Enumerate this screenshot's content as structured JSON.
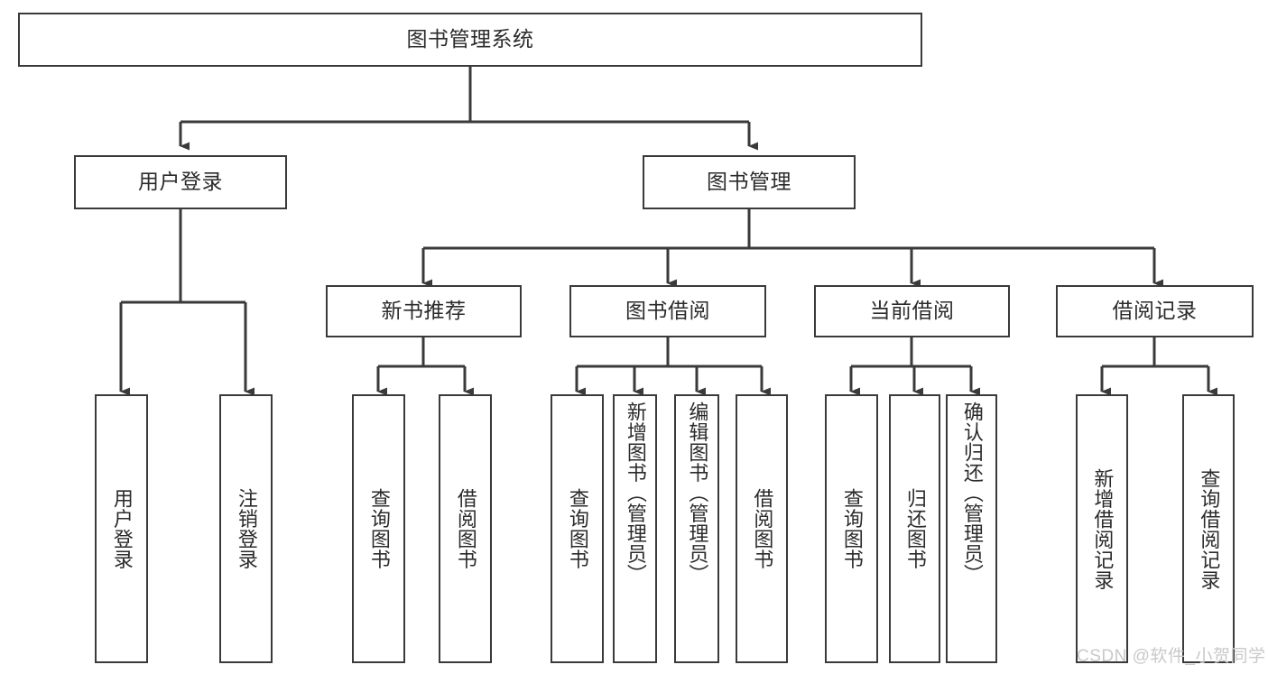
{
  "diagram": {
    "title": "图书管理系统",
    "type": "hierarchy-tree",
    "orientation": "top-down",
    "colors": {
      "box_border": "#3a3a3a",
      "box_fill": "#ffffff",
      "connector": "#3a3a3a",
      "text": "#2b2b2b",
      "watermark": "#c9c9c9",
      "background": "#ffffff"
    },
    "levels": [
      {
        "level": 1,
        "nodes": [
          {
            "id": "root",
            "label": "图书管理系统",
            "orientation": "horizontal"
          }
        ]
      },
      {
        "level": 2,
        "nodes": [
          {
            "id": "user-login",
            "label": "用户登录",
            "orientation": "horizontal",
            "parent": "root"
          },
          {
            "id": "book-manage",
            "label": "图书管理",
            "orientation": "horizontal",
            "parent": "root"
          }
        ]
      },
      {
        "level": 3,
        "nodes": [
          {
            "id": "new-book-rec",
            "label": "新书推荐",
            "orientation": "horizontal",
            "parent": "book-manage"
          },
          {
            "id": "book-borrow",
            "label": "图书借阅",
            "orientation": "horizontal",
            "parent": "book-manage"
          },
          {
            "id": "current-borrow",
            "label": "当前借阅",
            "orientation": "horizontal",
            "parent": "book-manage"
          },
          {
            "id": "borrow-record",
            "label": "借阅记录",
            "orientation": "horizontal",
            "parent": "book-manage"
          }
        ]
      },
      {
        "level": 4,
        "nodes": [
          {
            "id": "leaf-user-login",
            "label": "用户登录",
            "orientation": "vertical",
            "parent": "user-login"
          },
          {
            "id": "leaf-logout",
            "label": "注销登录",
            "orientation": "vertical",
            "parent": "user-login"
          },
          {
            "id": "leaf-query-book-1",
            "label": "查询图书",
            "orientation": "vertical",
            "parent": "new-book-rec"
          },
          {
            "id": "leaf-borrow-book-1",
            "label": "借阅图书",
            "orientation": "vertical",
            "parent": "new-book-rec"
          },
          {
            "id": "leaf-query-book-2",
            "label": "查询图书",
            "orientation": "vertical",
            "parent": "book-borrow"
          },
          {
            "id": "leaf-add-book",
            "label": "新增图书（管理员）",
            "orientation": "vertical",
            "parent": "book-borrow"
          },
          {
            "id": "leaf-edit-book",
            "label": "编辑图书（管理员）",
            "orientation": "vertical",
            "parent": "book-borrow"
          },
          {
            "id": "leaf-borrow-book-2",
            "label": "借阅图书",
            "orientation": "vertical",
            "parent": "book-borrow"
          },
          {
            "id": "leaf-query-book-3",
            "label": "查询图书",
            "orientation": "vertical",
            "parent": "current-borrow"
          },
          {
            "id": "leaf-return-book",
            "label": "归还图书",
            "orientation": "vertical",
            "parent": "current-borrow"
          },
          {
            "id": "leaf-confirm-return",
            "label": "确认归还（管理员）",
            "orientation": "vertical",
            "parent": "current-borrow"
          },
          {
            "id": "leaf-add-record",
            "label": "新增借阅记录",
            "orientation": "vertical",
            "parent": "borrow-record"
          },
          {
            "id": "leaf-query-record",
            "label": "查询借阅记录",
            "orientation": "vertical",
            "parent": "borrow-record"
          }
        ]
      }
    ]
  },
  "watermark": {
    "text": "CSDN @软件_小贺同学"
  }
}
